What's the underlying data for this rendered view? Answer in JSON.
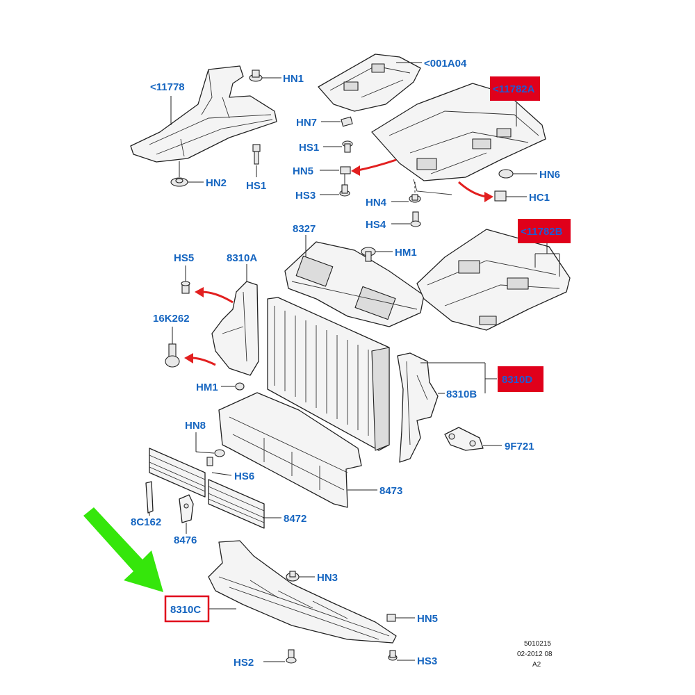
{
  "labels": {
    "p11778": "<11778",
    "hn1": "HN1",
    "hn2": "HN2",
    "hs1_top": "HS1",
    "p001a04": "<001A04",
    "p11782a": "<11782A",
    "hn7": "HN7",
    "hs1_mid": "HS1",
    "hn5_top": "HN5",
    "hs3_top": "HS3",
    "hn4": "HN4",
    "hs4": "HS4",
    "hn6": "HN6",
    "hc1": "HC1",
    "p8327": "8327",
    "hm1_top": "HM1",
    "p11782b": "<11782B",
    "hs5": "HS5",
    "p8310a": "8310A",
    "p16k262": "16K262",
    "hm1_mid": "HM1",
    "p8310d": "8310D",
    "p8310b": "8310B",
    "p9f721": "9F721",
    "hn8": "HN8",
    "hs6": "HS6",
    "p8473": "8473",
    "p8c162": "8C162",
    "p8472": "8472",
    "p8476": "8476",
    "hn3": "HN3",
    "p8310c": "8310C",
    "hn5_bot": "HN5",
    "hs2": "HS2",
    "hs3_bot": "HS3"
  },
  "reference": {
    "line1": "5010215",
    "line2": "02-2012 08",
    "line3": "A2"
  },
  "colors": {
    "label": "#1565c0",
    "highlight_box": "#e0001b",
    "pointer_arrow": "#e21f1f",
    "callout_arrow": "#35e60b"
  }
}
